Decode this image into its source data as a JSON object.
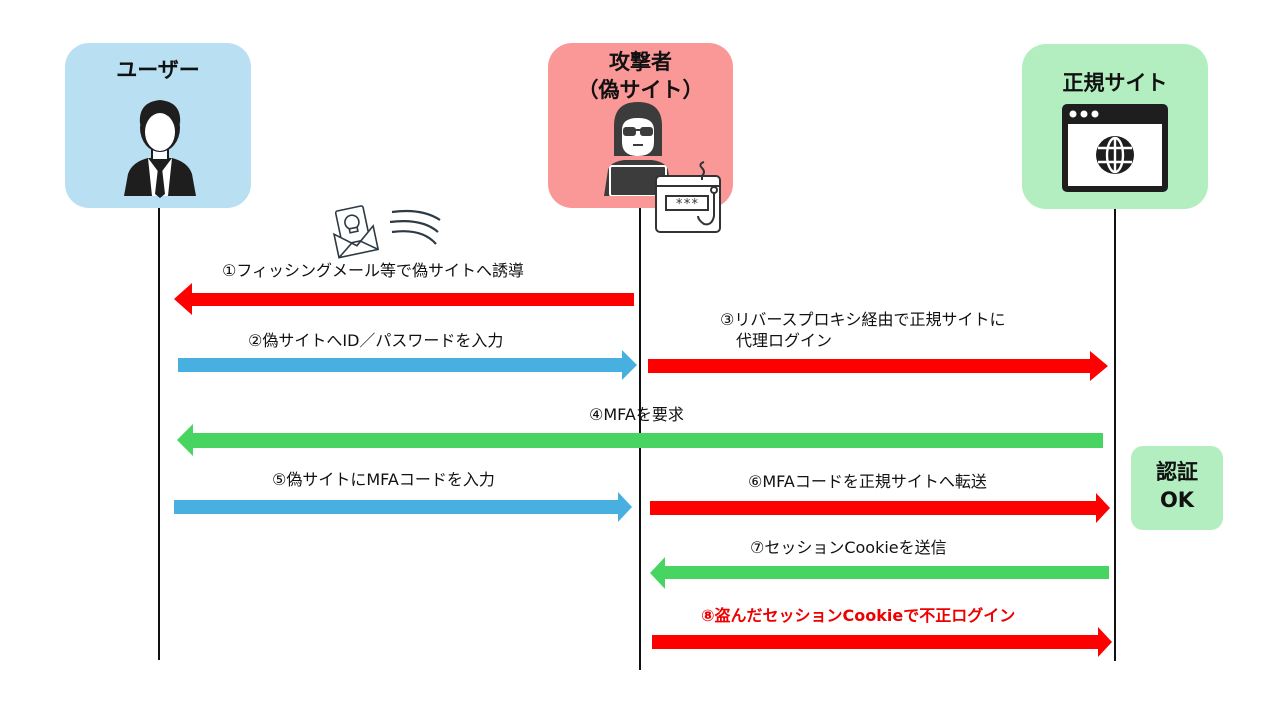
{
  "actors": {
    "user": {
      "title": "ユーザー",
      "color": "#b8e0f2"
    },
    "attacker": {
      "title_line1": "攻撃者",
      "title_line2": "（偽サイト）",
      "color": "#fa9898"
    },
    "legit_site": {
      "title": "正規サイト",
      "color": "#b2eec0"
    }
  },
  "steps": [
    {
      "label": "①フィッシングメール等で偽サイトへ誘導",
      "direction": "left",
      "from": "attacker",
      "to": "user",
      "color": "#ff0000"
    },
    {
      "label": "②偽サイトへID／パスワードを入力",
      "direction": "right",
      "from": "user",
      "to": "attacker",
      "color": "#48b0e0"
    },
    {
      "label_line1": "③リバースプロキシ経由で正規サイトに",
      "label_line2": "代理ログイン",
      "direction": "right",
      "from": "attacker",
      "to": "legit_site",
      "color": "#ff0000"
    },
    {
      "label": "④MFAを要求",
      "direction": "left",
      "from": "legit_site",
      "to": "user",
      "color": "#48d460"
    },
    {
      "label": "⑤偽サイトにMFAコードを入力",
      "direction": "right",
      "from": "user",
      "to": "attacker",
      "color": "#48b0e0"
    },
    {
      "label": "⑥MFAコードを正規サイトへ転送",
      "direction": "right",
      "from": "attacker",
      "to": "legit_site",
      "color": "#ff0000"
    },
    {
      "label": "⑦セッションCookieを送信",
      "direction": "left",
      "from": "legit_site",
      "to": "attacker",
      "color": "#48d460"
    },
    {
      "label": "⑧盗んだセッションCookieで不正ログイン",
      "direction": "right",
      "from": "attacker",
      "to": "legit_site",
      "color": "#ff0000",
      "emphasis": true
    }
  ],
  "auth_badge": {
    "line1": "認証",
    "line2": "OK",
    "color": "#b2eec0"
  },
  "icons": {
    "user": "businessman-icon",
    "attacker": "hacker-icon",
    "phishing_page": "phishing-password-icon",
    "legit_site": "browser-globe-icon",
    "email": "malicious-email-icon"
  },
  "star_mask": "***"
}
